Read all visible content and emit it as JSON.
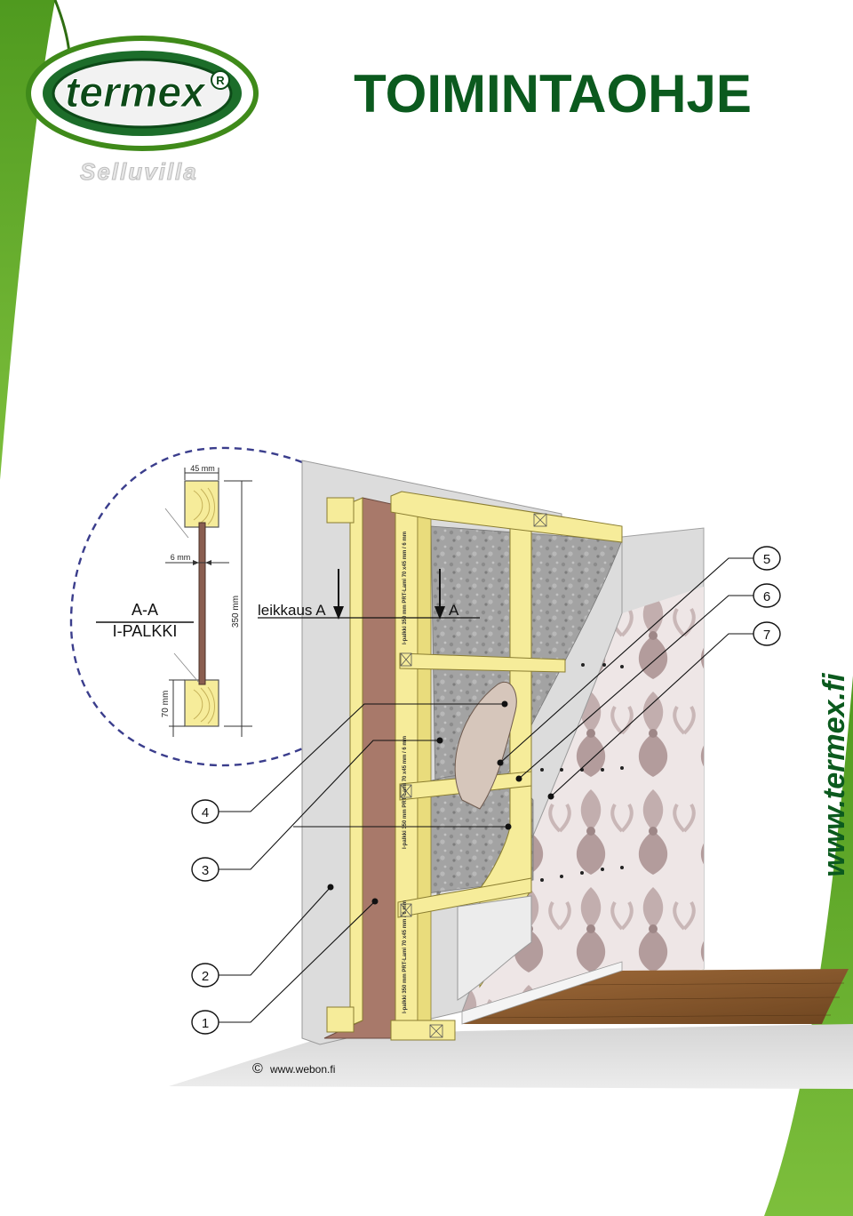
{
  "header": {
    "logo_text": "termex",
    "registered_mark": "R",
    "product": "Selluvilla",
    "title": "TOIMINTAOHJE"
  },
  "detail": {
    "section_name": "A-A",
    "section_caption": "I-PALKKI",
    "flange_width": "45 mm",
    "web_thickness": "6 mm",
    "height": "350 mm",
    "flange_height": "70 mm"
  },
  "drawing": {
    "cut_label": "leikkaus A",
    "cut_label_right": "A",
    "beam_text_upper": "I-palkki 350 mm PRT-Lami 70 x45 mm / 6 mm",
    "beam_text_middle": "I-palkki 350 mm PRT-Lami 70 x45 mm / 6 mm",
    "beam_text_lower": "I-palkki 350 mm PRT-Lami 70 x45 mm / 6 mm"
  },
  "callouts": [
    "1",
    "2",
    "3",
    "4",
    "5",
    "6",
    "7"
  ],
  "footer": {
    "copyright_symbol": "©",
    "credit": "www.webon.fi",
    "website": "www.termex.fi"
  },
  "colors": {
    "brand_green": "#0b5a1e",
    "swoosh_green": "#5fa62a",
    "timber": "#f6ec9a",
    "board": "#a8796a",
    "insulation": "#9a9a9a",
    "wallpaper": "#c9b7b7",
    "floor": "#8a5a2e",
    "wall_board": "#e3e3e3"
  }
}
